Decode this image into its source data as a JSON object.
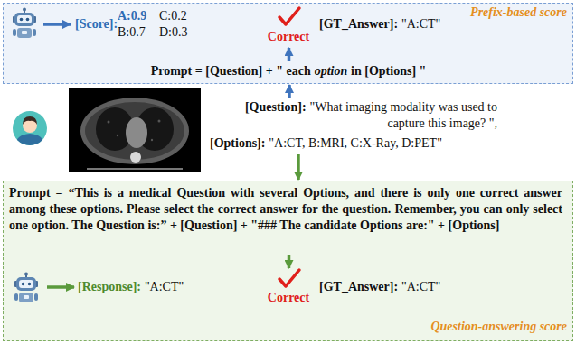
{
  "diagram": {
    "nodes": [
      {
        "text": [
          "Prefix-based score",
          "[Score]:",
          "A:0.9",
          "C:0.2",
          "B:0.7",
          "D:0.3",
          "Correct",
          "[GT_Answer]:",
          "\"A:CT\"",
          "Prompt = [Question] + \" each",
          "option",
          "in [Options] \""
        ]
      },
      {
        "text": [
          "[Question]:",
          "\"What imaging modality was used to capture this image? \",",
          "[Options]:",
          "\"A:CT, B:MRI, C:X-Ray, D:PET\""
        ]
      },
      {
        "text": [
          "Prompt = “This is a medical Question with several Options, and there is only one correct answer among these options. Please select the correct answer for the question. Remember, you can only select one option. The Question is:” + [Question] + \"### The candidate Options are:\" + [Options]",
          "[Response]:",
          "\"A:CT\"",
          "Correct",
          "[GT_Answer]:",
          "\"A:CT\"",
          "Question-answering score"
        ]
      }
    ],
    "edges": [
      {
        "from": 1,
        "to": 0,
        "arrow": "to"
      },
      {
        "from": 1,
        "to": 2,
        "arrow": "to"
      }
    ]
  }
}
